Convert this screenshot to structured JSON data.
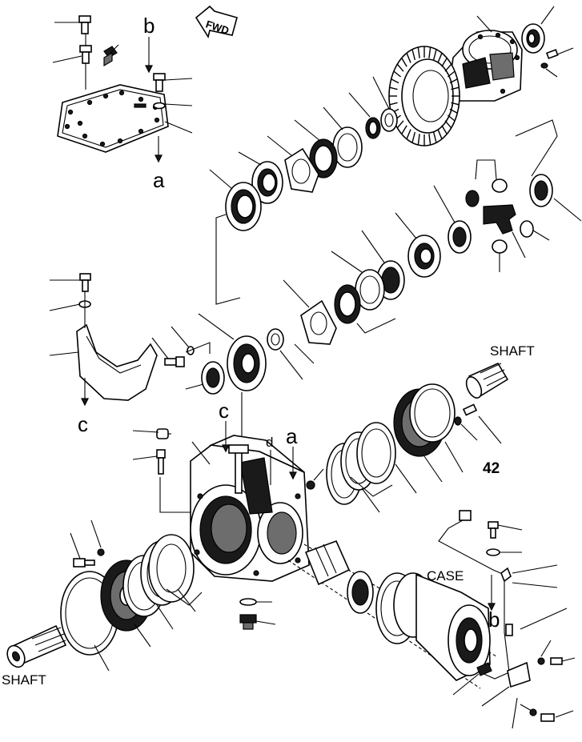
{
  "diagram": {
    "orientation_label": "FWD",
    "ref_a": "a",
    "ref_b": "b",
    "ref_c": "c",
    "ref_d": "d",
    "ref_b_lower": "b",
    "shaft_upper": "SHAFT",
    "shaft_lower": "SHAFT",
    "case_label": "CASE",
    "callout_42": "42"
  }
}
